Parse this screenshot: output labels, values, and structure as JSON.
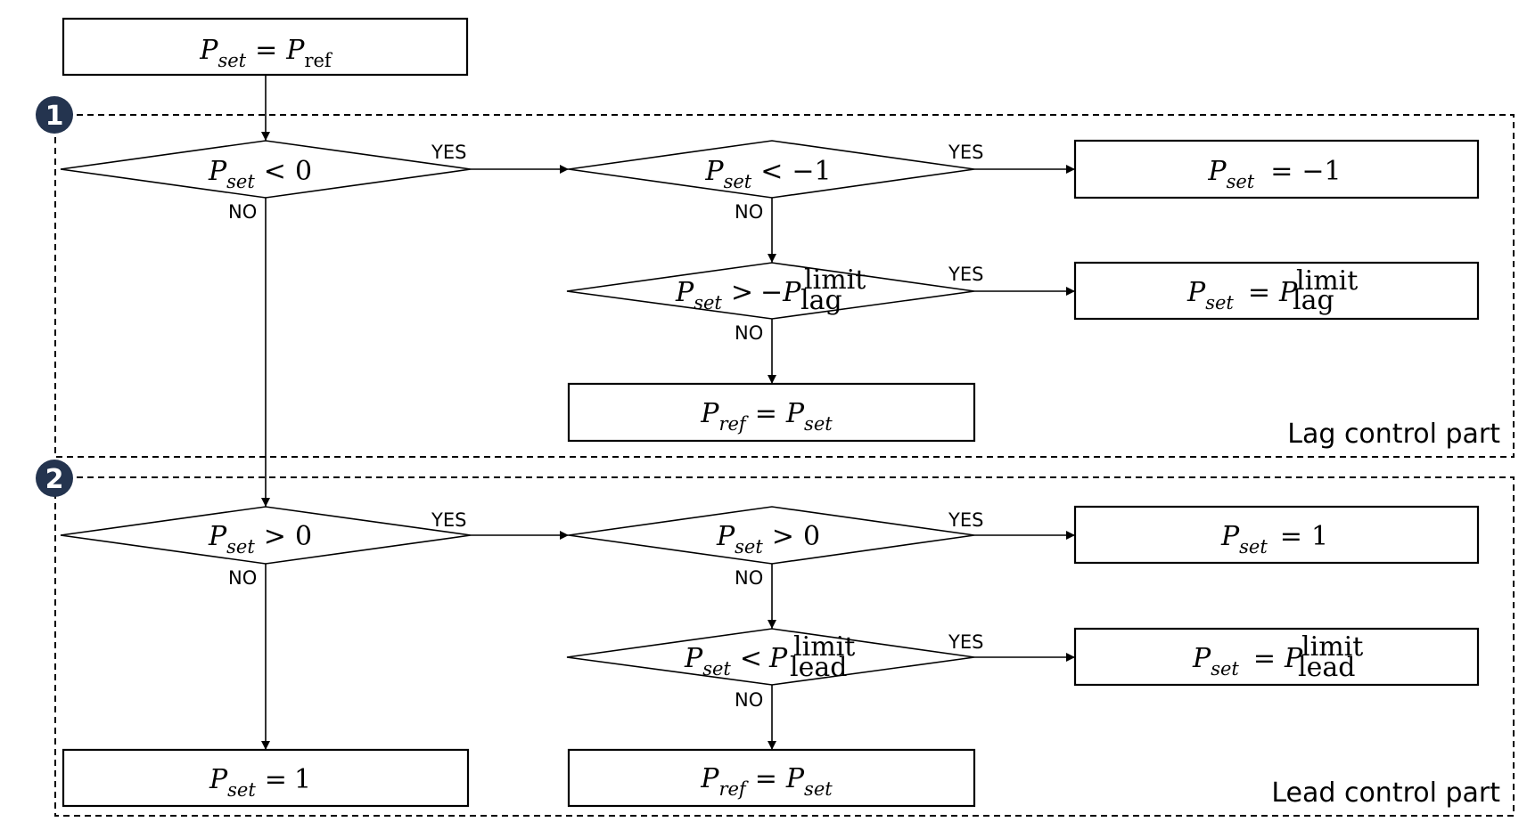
{
  "regions": [
    {
      "marker": "1",
      "caption": "Lag control part"
    },
    {
      "marker": "2",
      "caption": "Lead control part"
    }
  ],
  "branch_labels": {
    "yes": "YES",
    "no": "NO"
  },
  "math": {
    "P": "P",
    "sub_set": "set",
    "sub_ref": "ref",
    "sub_ref_upright": "ref",
    "sup_limit": "limit",
    "sub_lag": "lag",
    "sub_lead": "lead",
    "eq": "=",
    "lt": "<",
    "gt": ">",
    "neg": "−",
    "zero": "0",
    "one": "1",
    "neg_one": "−1"
  },
  "marker_color": "#24344f"
}
